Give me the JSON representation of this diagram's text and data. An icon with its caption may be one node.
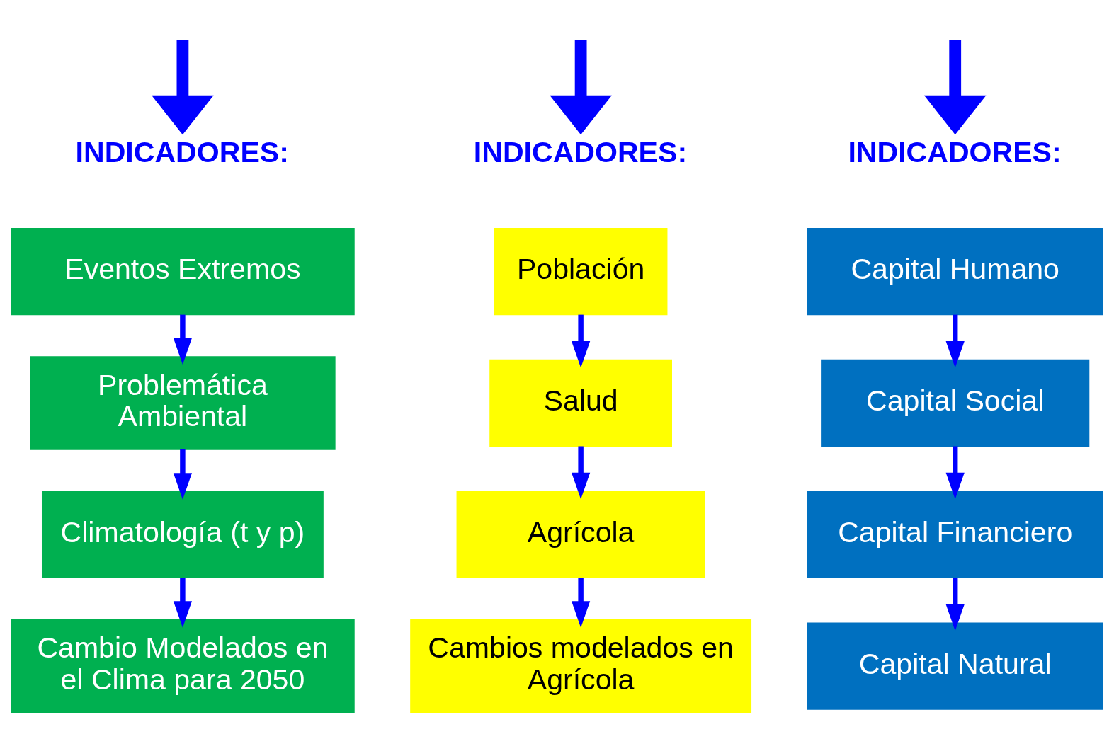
{
  "diagram": {
    "nodes": [
      {
        "text": [
          "INDICADORES:"
        ]
      },
      {
        "text": [
          "Eventos Extremos"
        ]
      },
      {
        "text": [
          "Problemática Ambiental"
        ]
      },
      {
        "text": [
          "Climatología (t y p)"
        ]
      },
      {
        "text": [
          "Cambio Modelados en el Clima para 2050"
        ]
      },
      {
        "text": [
          "INDICADORES:"
        ]
      },
      {
        "text": [
          "Población"
        ]
      },
      {
        "text": [
          "Salud"
        ]
      },
      {
        "text": [
          "Agrícola"
        ]
      },
      {
        "text": [
          "Cambios modelados en Agrícola"
        ]
      },
      {
        "text": [
          "INDICADORES:"
        ]
      },
      {
        "text": [
          "Capital Humano"
        ]
      },
      {
        "text": [
          "Capital Social"
        ]
      },
      {
        "text": [
          "Capital Financiero"
        ]
      },
      {
        "text": [
          "Capital Natural"
        ]
      }
    ],
    "edges": [
      {
        "from": null,
        "to": 0,
        "arrow": "to",
        "style": "thick"
      },
      {
        "from": 1,
        "to": 2,
        "arrow": "to"
      },
      {
        "from": 2,
        "to": 3,
        "arrow": "to"
      },
      {
        "from": 3,
        "to": 4,
        "arrow": "to"
      },
      {
        "from": null,
        "to": 5,
        "arrow": "to",
        "style": "thick"
      },
      {
        "from": 6,
        "to": 7,
        "arrow": "to"
      },
      {
        "from": 7,
        "to": 8,
        "arrow": "to"
      },
      {
        "from": 8,
        "to": 9,
        "arrow": "to"
      },
      {
        "from": null,
        "to": 10,
        "arrow": "to",
        "style": "thick"
      },
      {
        "from": 11,
        "to": 12,
        "arrow": "to"
      },
      {
        "from": 12,
        "to": 13,
        "arrow": "to"
      },
      {
        "from": 13,
        "to": 14,
        "arrow": "to"
      }
    ]
  }
}
